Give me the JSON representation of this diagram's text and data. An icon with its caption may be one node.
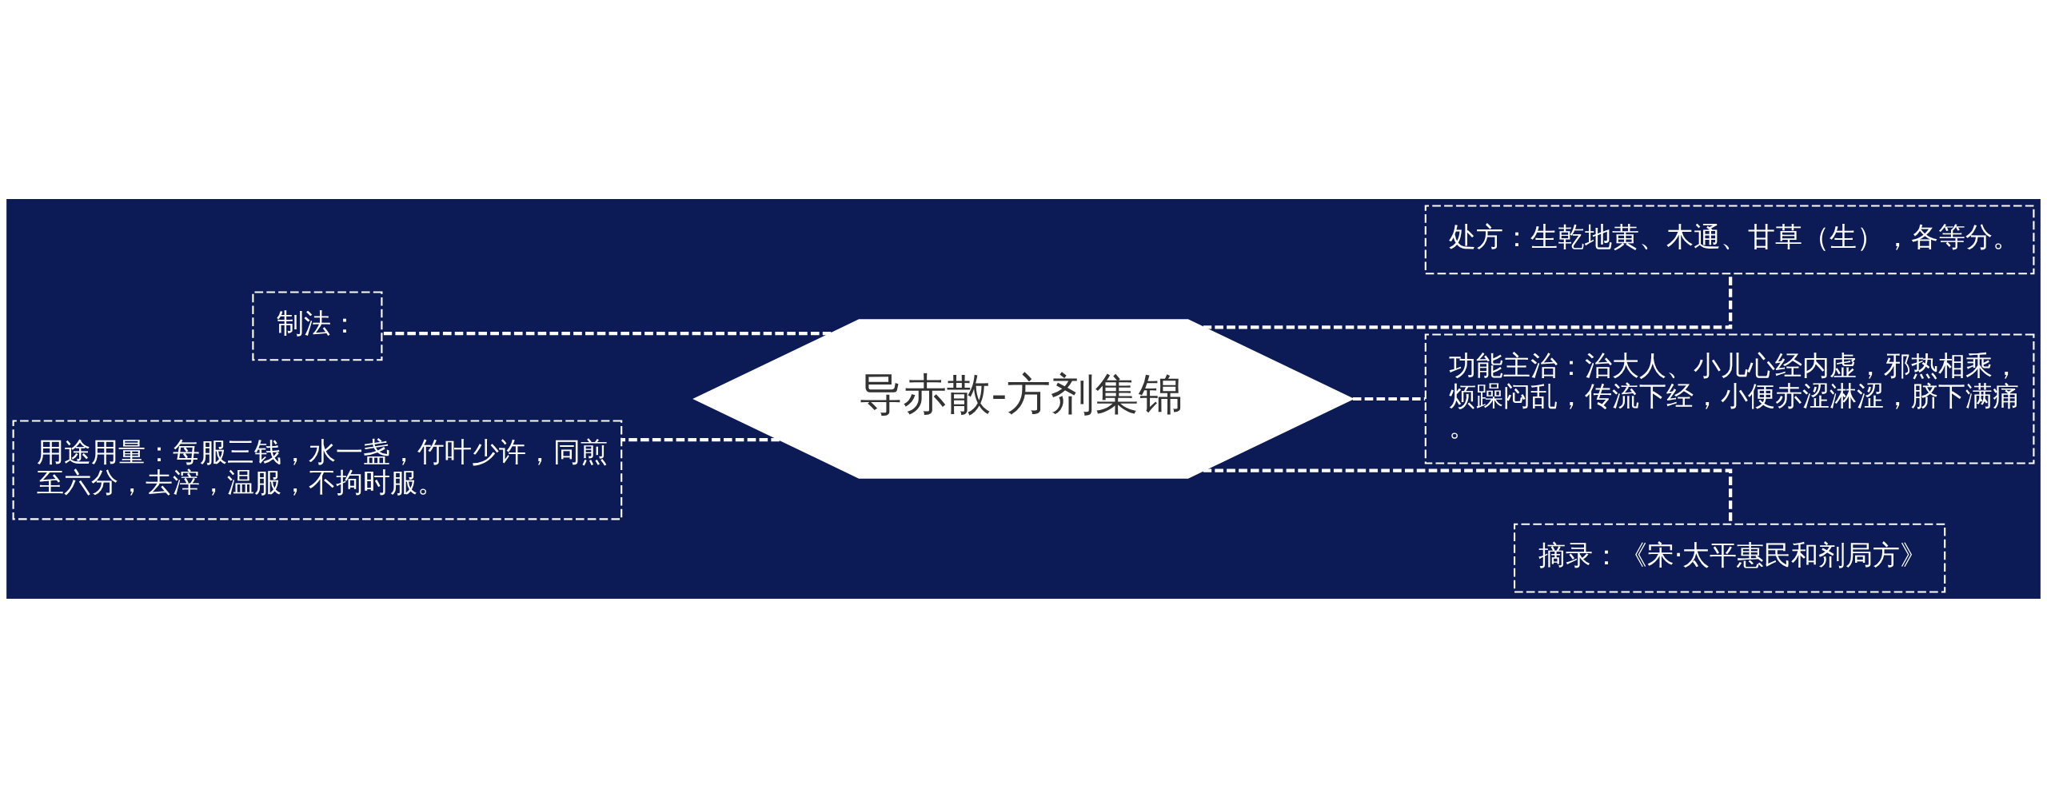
{
  "diagram": {
    "nodes": [
      {
        "text": [
          "制法："
        ]
      },
      {
        "text": [
          "用途用量：每服三钱，水一盏，竹叶少许，同煎至六分，去滓，温服，不拘时服。"
        ]
      },
      {
        "text": [
          "导赤散-方剂集锦"
        ]
      },
      {
        "text": [
          "处方：生乾地黄、木通、甘草（生），各等分。"
        ]
      },
      {
        "text": [
          "功能主治：治大人、小儿心经内虚，邪热相乘，烦躁闷乱，传流下经，小便赤涩淋涩，脐下满痛。"
        ]
      },
      {
        "text": [
          "摘录：《宋·太平惠民和剂局方》"
        ]
      }
    ],
    "edges": [
      {
        "from": 2,
        "to": 0,
        "arrow": "none"
      },
      {
        "from": 2,
        "to": 1,
        "arrow": "none"
      },
      {
        "from": 2,
        "to": 3,
        "arrow": "none"
      },
      {
        "from": 2,
        "to": 4,
        "arrow": "none"
      },
      {
        "from": 2,
        "to": 5,
        "arrow": "none"
      }
    ]
  }
}
